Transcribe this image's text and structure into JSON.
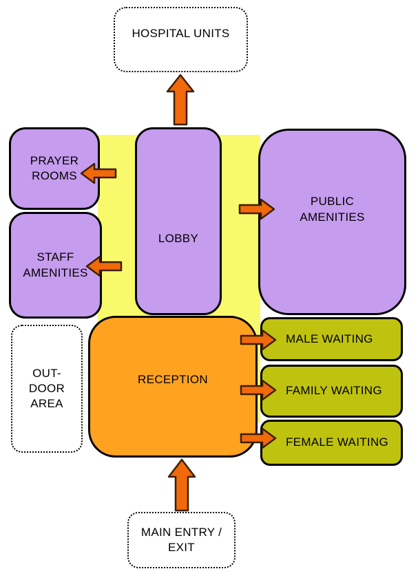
{
  "colors": {
    "purple": "#C69CEE",
    "orange": "#FFA21F",
    "olive": "#BFC20F",
    "yellow": "#F9F96C",
    "arrow_fill": "#F0690A",
    "arrow_stroke": "#3D1F00",
    "border": "#000000",
    "background": "#FFFFFF",
    "text": "#000000"
  },
  "nodes": {
    "hospital_units": {
      "label": "HOSPITAL UNITS",
      "style": "dotted-outline"
    },
    "prayer_rooms": {
      "label": "PRAYER ROOMS",
      "style": "purple"
    },
    "staff_amenities": {
      "label": "STAFF AMENITIES",
      "style": "purple"
    },
    "lobby": {
      "label": "LOBBY",
      "style": "purple"
    },
    "public_amenities": {
      "label": "PUBLIC AMENITIES",
      "style": "purple"
    },
    "reception": {
      "label": "RECEPTION",
      "style": "orange"
    },
    "outdoor_area": {
      "label": "OUT-DOOR AREA",
      "style": "dotted-outline"
    },
    "male_waiting": {
      "label": "MALE WAITING",
      "style": "olive"
    },
    "family_waiting": {
      "label": "FAMILY WAITING",
      "style": "olive"
    },
    "female_waiting": {
      "label": "FEMALE WAITING",
      "style": "olive"
    },
    "main_entry_exit": {
      "label": "MAIN ENTRY / EXIT",
      "style": "dotted-outline"
    }
  },
  "arrows": [
    {
      "from": "lobby",
      "to": "hospital_units",
      "direction": "up"
    },
    {
      "from": "lobby",
      "to": "prayer_rooms",
      "direction": "left"
    },
    {
      "from": "lobby",
      "to": "staff_amenities",
      "direction": "left"
    },
    {
      "from": "lobby",
      "to": "public_amenities",
      "direction": "right"
    },
    {
      "from": "reception",
      "to": "male_waiting",
      "direction": "right"
    },
    {
      "from": "reception",
      "to": "family_waiting",
      "direction": "right"
    },
    {
      "from": "reception",
      "to": "female_waiting",
      "direction": "right"
    },
    {
      "from": "main_entry_exit",
      "to": "reception",
      "direction": "up"
    }
  ]
}
